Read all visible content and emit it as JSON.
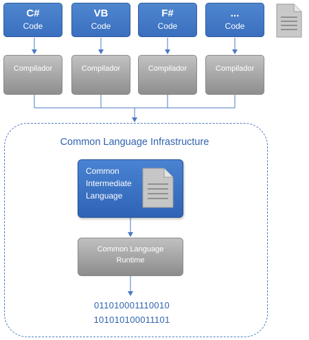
{
  "languages": [
    {
      "name": "C#",
      "sub": "Code"
    },
    {
      "name": "VB",
      "sub": "Code"
    },
    {
      "name": "F#",
      "sub": "Code"
    },
    {
      "name": "...",
      "sub": "Code"
    }
  ],
  "compilers": [
    "Compilador",
    "Compilador",
    "Compilador",
    "Compilador"
  ],
  "cli": {
    "title": "Common Language Infrastructure",
    "cil_lines": [
      "Common",
      "Intermediate",
      "Language"
    ],
    "clr_lines": [
      "Common Language",
      "Runtime"
    ],
    "binary_lines": [
      "011010001110010",
      "101010100011101"
    ]
  },
  "colors": {
    "blue_box": "#3a6fbf",
    "gray_box": "#a5a5a5",
    "accent_text": "#2f62b0",
    "connector": "#4a78c2"
  },
  "icons": [
    "document-icon",
    "document-icon"
  ]
}
